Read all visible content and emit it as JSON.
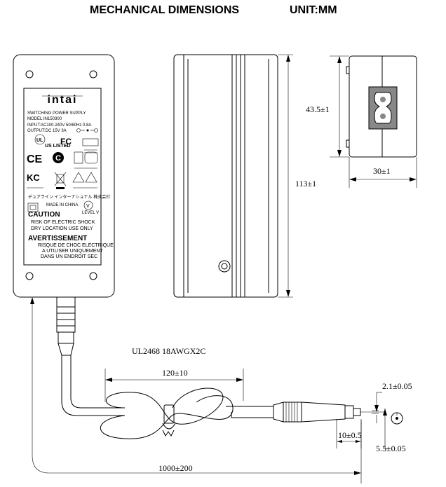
{
  "header": {
    "title": "MECHANICAL DIMENSIONS",
    "unit": "UNIT:MM"
  },
  "label": {
    "brand": "intai",
    "product": "SWITCHING POWER SUPPLY",
    "model": "MODEL:IN150300",
    "input": "INPUT:AC100-240V 50/60Hz 0.8A",
    "output": "OUTPUT:DC 15V 3A",
    "ul": "US LISTED",
    "made_in": "MADE IN CHINA",
    "japanese_line": "デュアライン インターナショナル 株式会社",
    "caution": "CAUTION",
    "caution_1": "RISK OF ELECTRIC SHOCK",
    "caution_2": "DRY LOCATION USE ONLY",
    "avert": "AVERTISSEMENT",
    "avert_1": "RISQUE DE CHOC ELECTRIQUE",
    "avert_2": "A UTILISER UNIQUEMENT",
    "avert_3": "DANS UN ENDROIT SEC",
    "mark_fc": "FC",
    "mark_ce": "CE",
    "mark_c": "C",
    "mark_kc": "KC",
    "mark_v": "V",
    "mark_level": "LEVEL V"
  },
  "dimensions": {
    "height": "113±1",
    "socket_height": "43.5±1",
    "width": "30±1",
    "coil": "120±10",
    "cable_spec": "UL2468   18AWGX2C",
    "cable_length": "1000±200",
    "plug_length": "10±0.5",
    "pin": "2.1±0.05",
    "barrel": "5.5±0.05"
  }
}
